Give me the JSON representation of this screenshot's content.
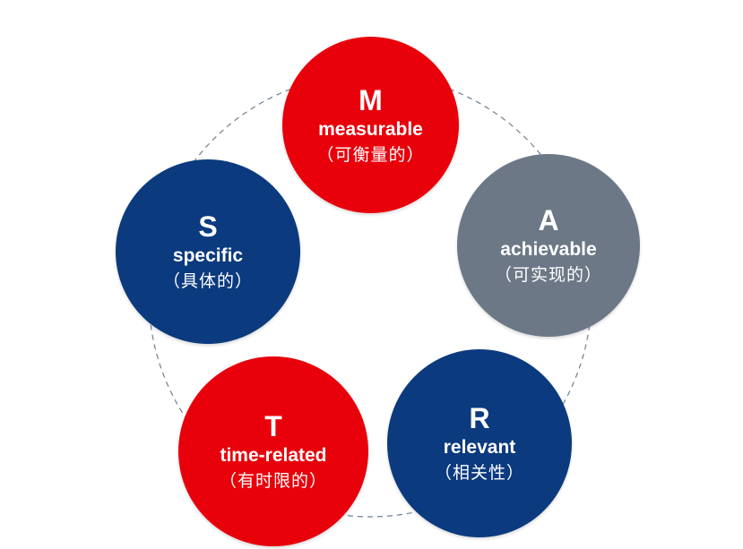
{
  "colors": {
    "red": "#e8000b",
    "navy": "#0b3a7e",
    "gray": "#6c7886",
    "ring": "#6f7f90"
  },
  "items": [
    {
      "key": "M",
      "letter": "M",
      "word": "measurable",
      "cn": "（可衡量的）",
      "color": "red"
    },
    {
      "key": "S",
      "letter": "S",
      "word": "specific",
      "cn": "（具体的）",
      "color": "navy"
    },
    {
      "key": "A",
      "letter": "A",
      "word": "achievable",
      "cn": "（可实现的）",
      "color": "gray"
    },
    {
      "key": "T",
      "letter": "T",
      "word": "time-related",
      "cn": "（有时限的）",
      "color": "red"
    },
    {
      "key": "R",
      "letter": "R",
      "word": "relevant",
      "cn": "（相关性）",
      "color": "navy"
    }
  ]
}
